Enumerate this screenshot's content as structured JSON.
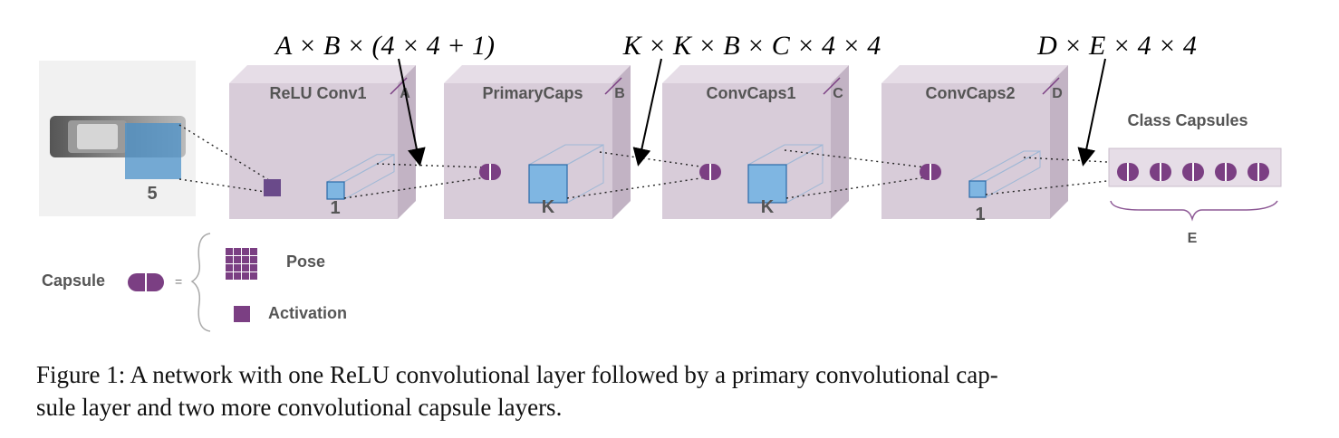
{
  "formulas": {
    "relu_to_primary": "A × B × (4 × 4 + 1)",
    "primary_to_convcaps": "K × K × B × C × 4 × 4",
    "convcaps_to_class": "D × E × 4 × 4"
  },
  "input_image": {
    "label": "5"
  },
  "layers": [
    {
      "name": "ReLU Conv1",
      "depth_label": "A",
      "kernel_label": "1"
    },
    {
      "name": "PrimaryCaps",
      "depth_label": "B",
      "kernel_label": "K"
    },
    {
      "name": "ConvCaps1",
      "depth_label": "C",
      "kernel_label": "K"
    },
    {
      "name": "ConvCaps2",
      "depth_label": "D",
      "kernel_label": "1"
    }
  ],
  "class_capsules": {
    "title": "Class Capsules",
    "count_label": "E",
    "count": 5
  },
  "legend": {
    "capsule_label": "Capsule",
    "equals": "=",
    "pose_label": "Pose",
    "activation_label": "Activation"
  },
  "caption": {
    "line1": "Figure 1: A network with one ReLU convolutional layer followed by a primary convolutional cap-",
    "line2": "sule layer and two more convolutional capsule layers."
  },
  "colors": {
    "block_front": "#d8ccd9",
    "block_top": "#e6dde7",
    "block_side": "#c2b3c4",
    "capsule_purple": "#7b3f83",
    "kernel_blue": "#7fb6e2",
    "kernel_blue_border": "#2a6aa8"
  }
}
